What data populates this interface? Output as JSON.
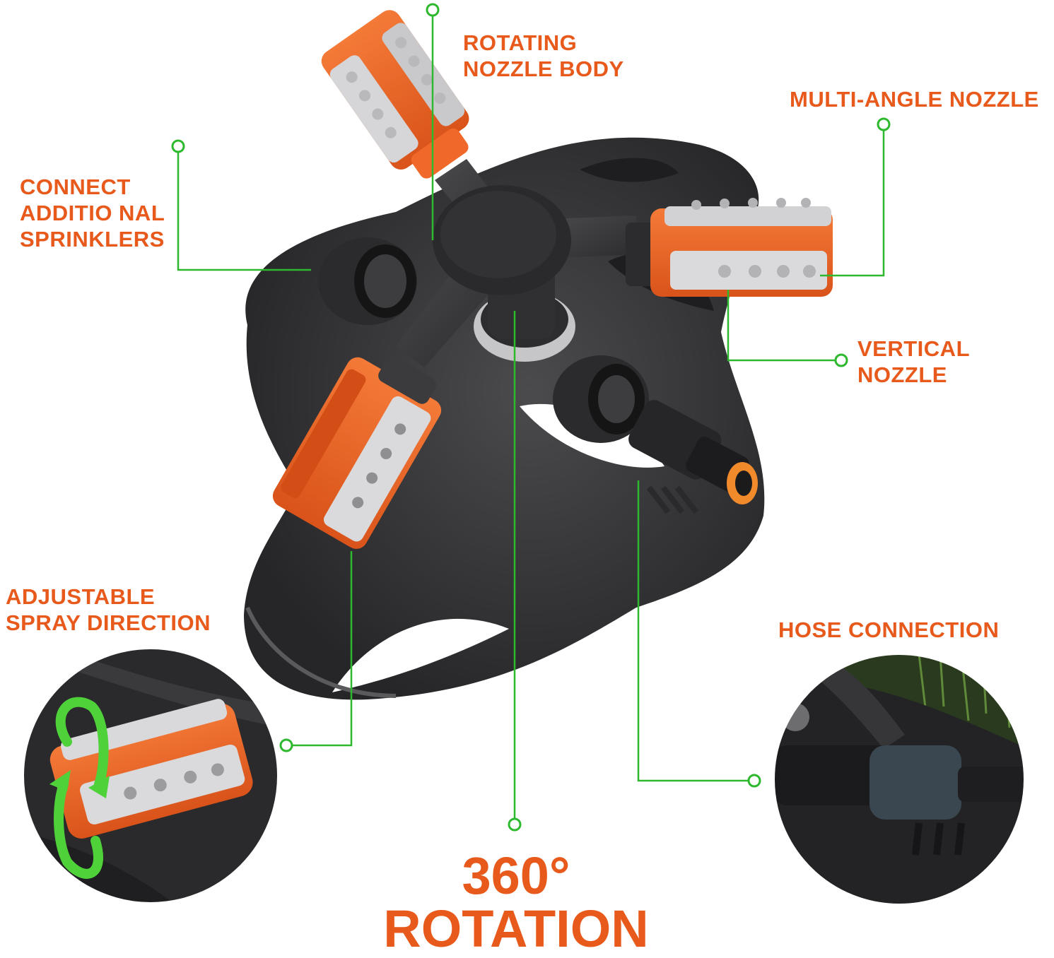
{
  "colors": {
    "accent": "#e8591c",
    "callout_line": "#2db82d",
    "body_dark": "#3a3a3c",
    "nozzle_orange": "#ef6a2a",
    "nozzle_grey": "#d9d9d9"
  },
  "labels": {
    "rotating": [
      "ROTATING",
      "NOZZLE BODY"
    ],
    "multi_angle": "MULTI-ANGLE  NOZZLE",
    "connect": [
      "CONNECT",
      "ADDITIO NAL",
      "SPRINKLERS"
    ],
    "vertical": [
      "VERTICAL",
      "NOZZLE"
    ],
    "adjustable": [
      "ADJUSTABLE",
      "SPRAY DIRECTION"
    ],
    "hose": "HOSE CONNECTION",
    "headline": [
      "360°",
      "ROTATION"
    ]
  },
  "icons": {
    "callout_marker": "circle-icon",
    "rotate_arrows": "rotate-arrows-icon"
  }
}
